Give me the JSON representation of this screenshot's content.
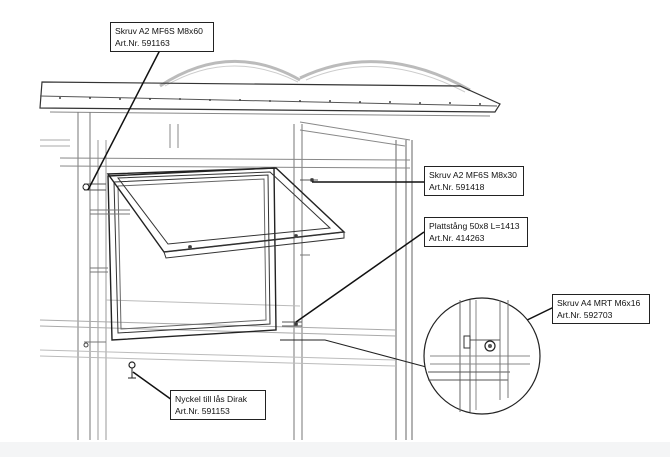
{
  "callouts": [
    {
      "id": "screw-m8x60",
      "part": "Skruv A2 MF6S M8x60",
      "art": "Art.Nr. 591163"
    },
    {
      "id": "screw-m8x30",
      "part": "Skruv A2 MF6S M8x30",
      "art": "Art.Nr. 591418"
    },
    {
      "id": "flat-bar",
      "part": "Plattstång 50x8 L=1413",
      "art": "Art.Nr. 414263"
    },
    {
      "id": "screw-m6x16",
      "part": "Skruv A4 MRT M6x16",
      "art": "Art.Nr. 592703"
    },
    {
      "id": "key-lock",
      "part": "Nyckel till lås Dirak",
      "art": "Art.Nr. 591153"
    }
  ],
  "colors": {
    "line": "#222222",
    "light": "#9a9a9a",
    "footer": "#f4f5f6"
  }
}
